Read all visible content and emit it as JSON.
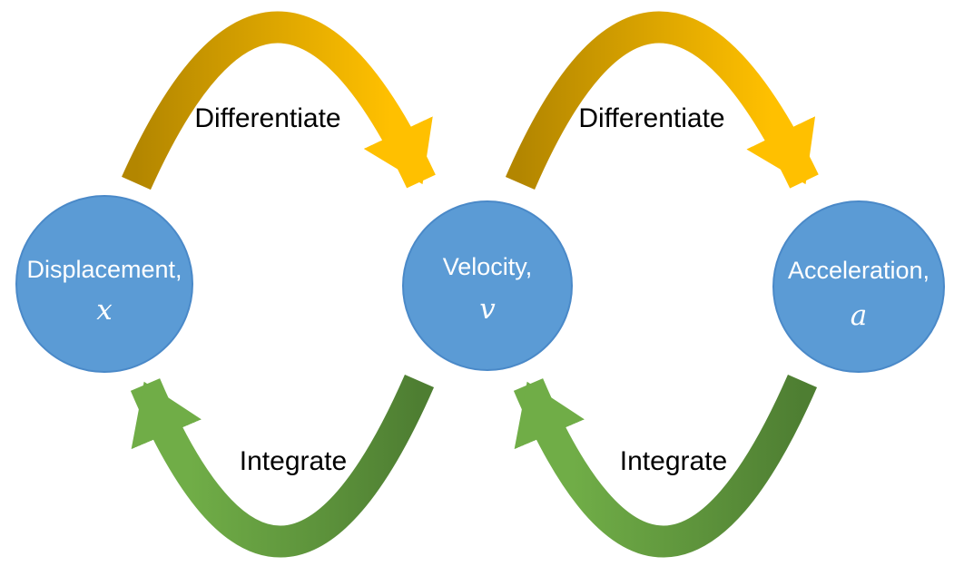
{
  "diagram": {
    "nodes": [
      {
        "label": "Displacement,",
        "symbol": "x"
      },
      {
        "label": "Velocity,",
        "symbol": "v"
      },
      {
        "label": "Acceleration,",
        "symbol": "a"
      }
    ],
    "top_arrows": [
      {
        "label": "Differentiate"
      },
      {
        "label": "Differentiate"
      }
    ],
    "bottom_arrows": [
      {
        "label": "Integrate"
      },
      {
        "label": "Integrate"
      }
    ],
    "colors": {
      "node_fill": "#5B9BD5",
      "node_stroke": "#4A89C8",
      "node_text": "#FFFFFF",
      "arrow_label_text": "#000000",
      "differentiate_tail": "#B38600",
      "differentiate_head": "#FFC000",
      "integrate_tail": "#4E7E32",
      "integrate_head": "#70AD47"
    }
  }
}
